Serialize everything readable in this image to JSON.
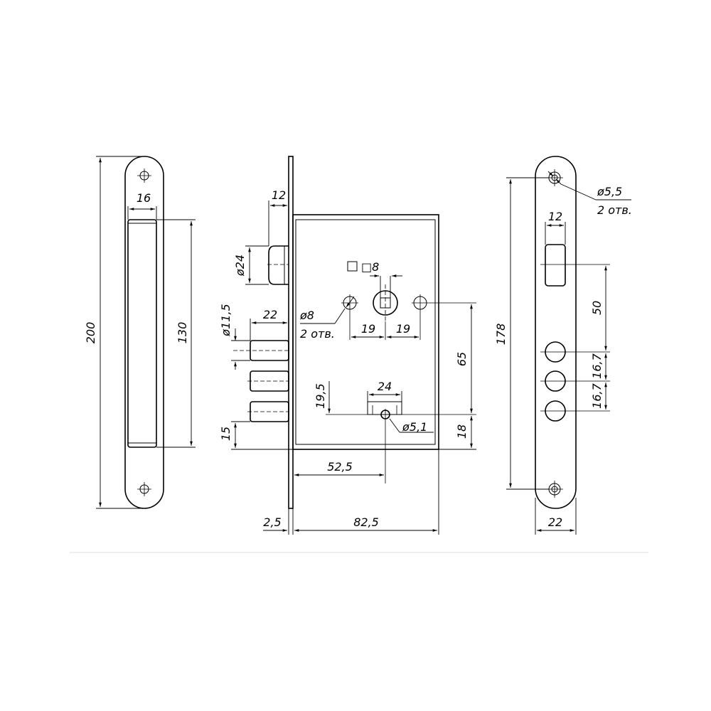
{
  "dimensions": {
    "strike_plate": {
      "overall_length": "200",
      "slot_length": "130",
      "slot_width": "16"
    },
    "lock_body": {
      "latch_projection": "12",
      "latch_diameter": "ø24",
      "spindle_square": "□8",
      "fixing_hole_dia": "ø8",
      "fixing_hole_note": "2 отв.",
      "hole_spacing_left": "19",
      "hole_spacing_right": "19",
      "hole_to_cylinder": "65",
      "bolt_diameter": "ø11,5",
      "bolt_projection": "22",
      "cylinder_offset": "19,5",
      "cylinder_width": "24",
      "cylinder_hole": "ø5,1",
      "cylinder_to_bottom": "18",
      "bottom_offset": "15",
      "backset": "52,5",
      "faceplate_thickness": "2,5",
      "body_width": "82,5"
    },
    "faceplate": {
      "screw_hole_dia": "ø5,5",
      "screw_hole_note": "2 отв.",
      "hole_center_distance": "178",
      "latch_opening_width": "12",
      "latch_to_bolt": "50",
      "bolt_pitch_1": "16,7",
      "bolt_pitch_2": "16,7",
      "plate_width": "22"
    }
  }
}
